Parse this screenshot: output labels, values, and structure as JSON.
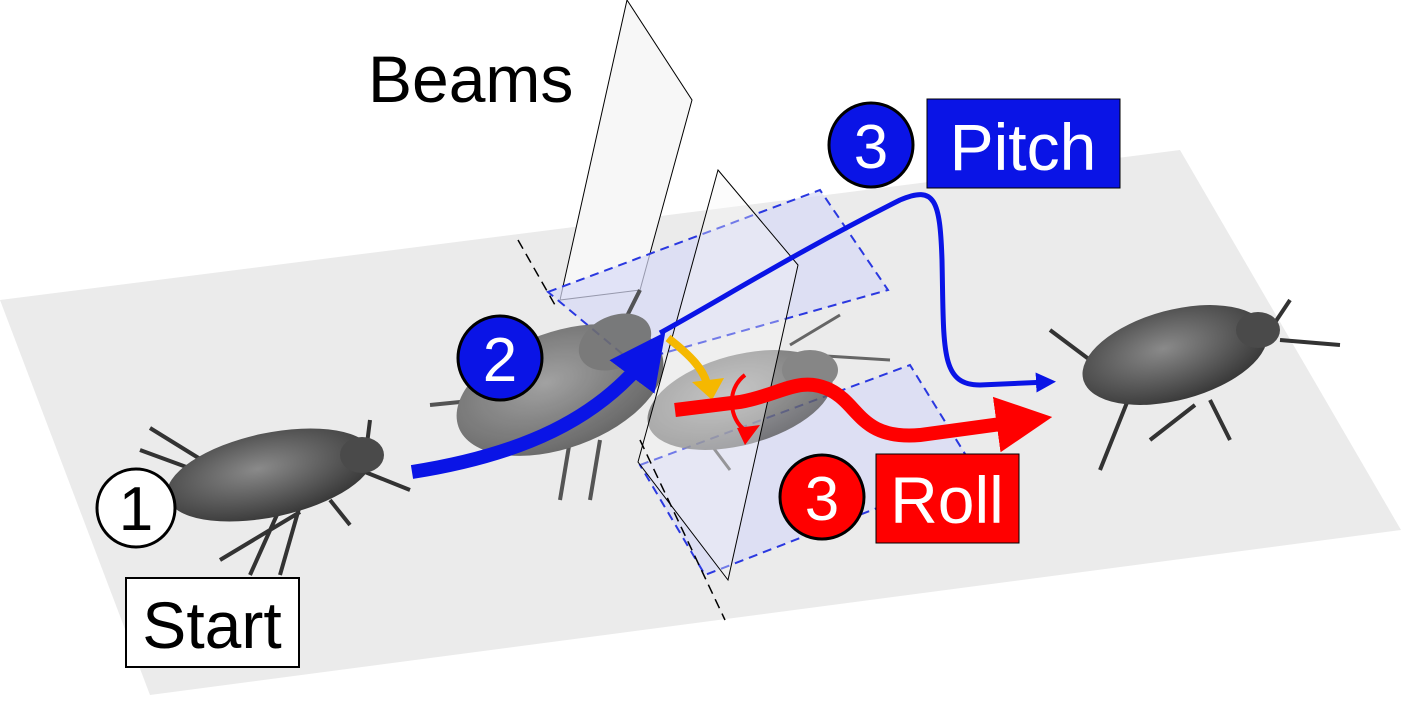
{
  "labels": {
    "beams": "Beams",
    "start": "Start",
    "step1": "1",
    "step2": "2",
    "step3_pitch_num": "3",
    "step3_pitch": "Pitch",
    "step3_roll_num": "3",
    "step3_roll": "Roll"
  },
  "colors": {
    "floor": "#ebebeb",
    "pitch": "#0a14e6",
    "roll": "#ff0000",
    "transition": "#f5b800",
    "beam_region": "#d7daf6",
    "beam_dash": "#2a38e0"
  }
}
